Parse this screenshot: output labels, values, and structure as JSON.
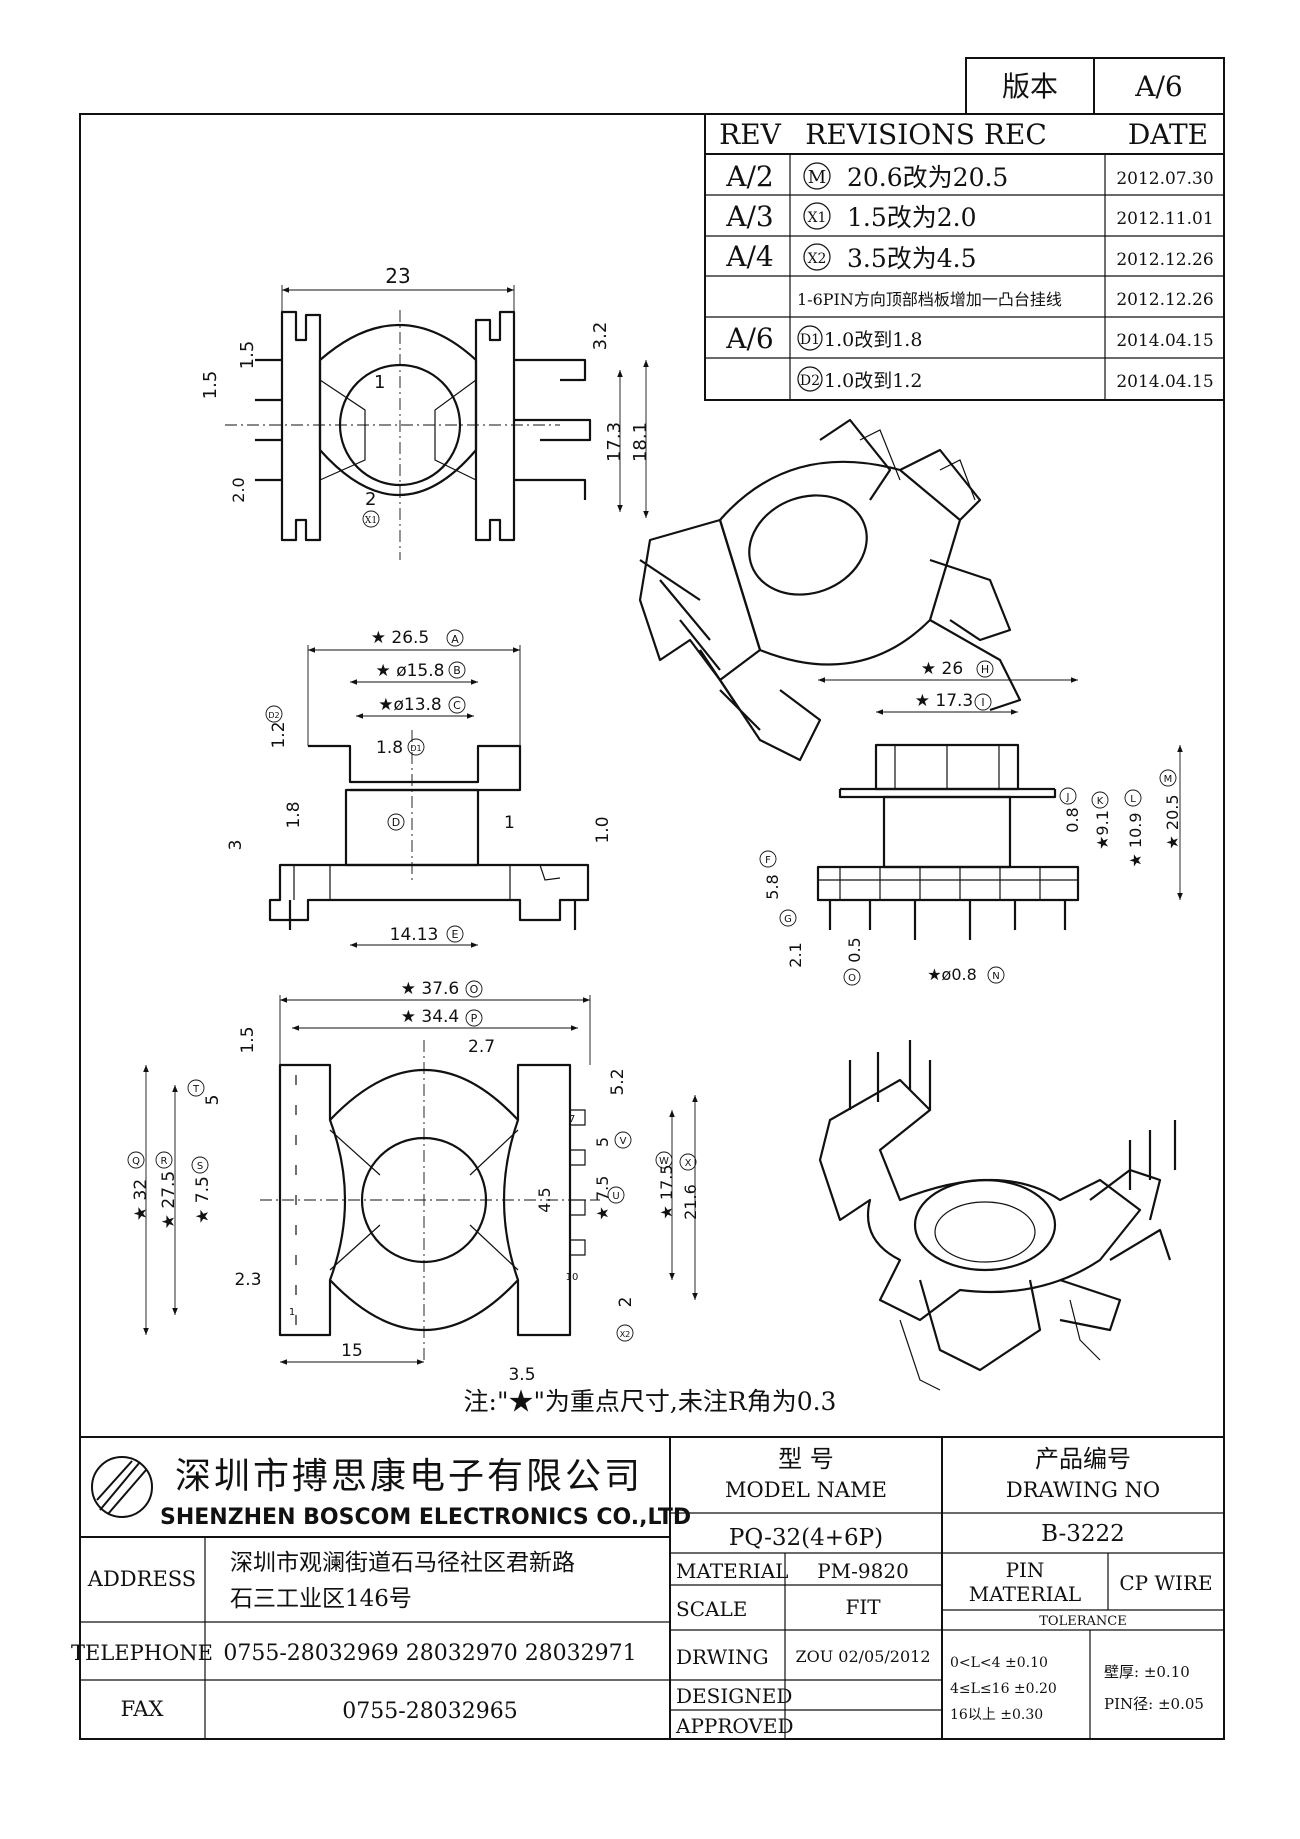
{
  "version_box": {
    "label": "版本",
    "value": "A/6"
  },
  "revisions": {
    "headers": {
      "rev": "REV",
      "rec": "REVISIONS REC",
      "date": "DATE"
    },
    "rows": [
      {
        "rev": "A/2",
        "mark": "M",
        "text": "20.6改为20.5",
        "date": "2012.07.30"
      },
      {
        "rev": "A/3",
        "mark": "X1",
        "text": "1.5改为2.0",
        "date": "2012.11.01"
      },
      {
        "rev": "A/4",
        "mark": "X2",
        "text": "3.5改为4.5",
        "date": "2012.12.26"
      },
      {
        "rev": "",
        "mark": "",
        "text": "1-6PIN方向顶部档板增加一凸台挂线",
        "date": "2012.12.26"
      },
      {
        "rev": "A/6",
        "mark": "D1",
        "text": "1.0改到1.8",
        "date": "2014.04.15"
      },
      {
        "rev": "",
        "mark": "D2",
        "text": "1.0改到1.2",
        "date": "2014.04.15"
      }
    ]
  },
  "dims": {
    "top_view": {
      "width": "23",
      "d1": "1.5",
      "d2": "1.5",
      "d3": "1",
      "d4": "2.0",
      "d5": "2",
      "d6": "3.2",
      "h1": "17.3",
      "h2": "18.1",
      "mark": "X1"
    },
    "front_view": {
      "a": "★ 26.5",
      "a_mark": "A",
      "b": "★ ø15.8",
      "b_mark": "B",
      "c": "★ø13.8",
      "c_mark": "C",
      "d1": "1.2",
      "d1_mark": "D2",
      "d2": "1.8",
      "d2_mark": "D1",
      "d3": "1.8",
      "d4": "3",
      "d5": "1",
      "d6": "1.0",
      "d_mark": "D",
      "e": "14.13",
      "e_mark": "E"
    },
    "side_view": {
      "h": "★ 26",
      "h_mark": "H",
      "i": "★ 17.3",
      "i_mark": "I",
      "j": "0.8",
      "j_mark": "J",
      "k": "★9.1",
      "k_mark": "K",
      "l": "★ 10.9",
      "l_mark": "L",
      "m": "★ 20.5",
      "m_mark": "M",
      "f_mark": "F",
      "g_mark": "G",
      "f": "5.8",
      "g": "2.1",
      "n1": "0.5",
      "n1_mark": "O",
      "n2": "★ø0.8",
      "n2_mark": "N"
    },
    "bottom_view": {
      "o": "★ 37.6",
      "o_mark": "O",
      "p": "★ 34.4",
      "p_mark": "P",
      "q": "★ 32",
      "q_mark": "Q",
      "r": "★ 27.5",
      "r_mark": "R",
      "s": "★ 7.5",
      "s_mark": "S",
      "t": "5",
      "t_mark": "T",
      "u": "★ 7.5",
      "u_mark": "U",
      "v": "5",
      "v_mark": "V",
      "w": "★ 17.5",
      "w_mark": "W",
      "x": "21.6",
      "x_mark": "X",
      "d1": "1.5",
      "d2": "2.7",
      "d3": "5.2",
      "d4": "4.5",
      "d5": "2.3",
      "d6": "15",
      "d7": "3.5",
      "d8": "2",
      "d8_mark": "X2",
      "pin1": "1",
      "pin10": "10",
      "pin7": "7"
    }
  },
  "note": "注:\"★\"为重点尺寸,未注R角为0.3",
  "title_block": {
    "company_cn": "深圳市搏思康电子有限公司",
    "company_en": "SHENZHEN BOSCOM ELECTRONICS CO.,LTD",
    "model_cn": "型   号",
    "model_en": "MODEL NAME",
    "drawing_cn": "产品编号",
    "drawing_en": "DRAWING NO",
    "model": "PQ-32(4+6P)",
    "drawing_no": "B-3222",
    "address_label": "ADDRESS",
    "address_line1": "深圳市观澜街道石马径社区君新路",
    "address_line2": "石三工业区146号",
    "telephone_label": "TELEPHONE",
    "telephone": "0755-28032969 28032970 28032971",
    "fax_label": "FAX",
    "fax": "0755-28032965",
    "material_label": "MATERIAL",
    "material": "PM-9820",
    "pin_material_label_1": "PIN",
    "pin_material_label_2": "MATERIAL",
    "pin_material": "CP WIRE",
    "scale_label": "SCALE",
    "scale": "FIT",
    "tolerance_label": "TOLERANCE",
    "drwing_label": "DRWING",
    "drwing": "ZOU 02/05/2012",
    "designed_label": "DESIGNED",
    "approved_label": "APPROVED",
    "tol1": "0<L<4    ±0.10",
    "tol2": "4≤L≤16  ±0.20",
    "tol3": "16以上    ±0.30",
    "wall_tol": "壁厚:  ±0.10",
    "pin_tol": "PIN径: ±0.05"
  }
}
